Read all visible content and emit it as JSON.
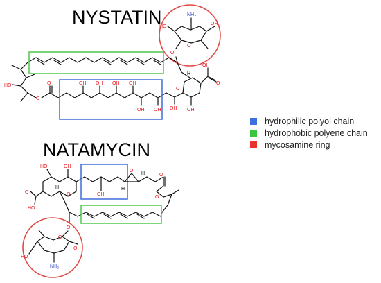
{
  "figure": {
    "molecules": [
      {
        "name": "NYSTATIN",
        "ring_labels": {
          "nh2": "NH",
          "nh2_sub": "2",
          "ho": "HO",
          "oh": "OH",
          "o": "O"
        },
        "chain_labels": {
          "oh": "OH",
          "ho": "HO",
          "o": "O",
          "h": "H"
        }
      },
      {
        "name": "NATAMYCIN",
        "ring_labels": {
          "nh2": "NH",
          "nh2_sub": "2",
          "ho": "HO",
          "oh": "OH",
          "o": "O"
        },
        "chain_labels": {
          "oh": "OH",
          "ho": "HO",
          "o": "O",
          "h": "H"
        }
      }
    ],
    "legend": [
      {
        "label": "hydrophilic polyol chain",
        "color": "#3d6fe0"
      },
      {
        "label": "hydrophobic polyene chain",
        "color": "#39c73f"
      },
      {
        "label": "mycosamine ring",
        "color": "#e8322c"
      }
    ],
    "colors": {
      "polyol_box": "#4a76e0",
      "polyene_box": "#5cc95a",
      "mycosamine_circle": "#e04a43",
      "oxygen": "#e8161b",
      "nitrogen": "#2a3dc8"
    }
  }
}
